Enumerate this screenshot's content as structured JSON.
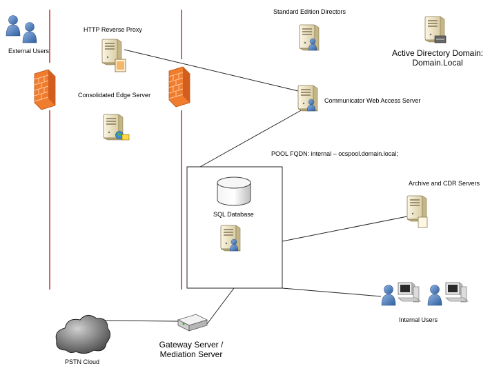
{
  "labels": {
    "external_users": "External Users",
    "http_reverse_proxy": "HTTP Reverse Proxy",
    "consolidated_edge_server": "Consolidated Edge Server",
    "standard_edition_directors": "Standard Edition Directors",
    "active_directory_line1": "Active Directory Domain:",
    "active_directory_line2": "Domain.Local",
    "communicator_web_access_server": "Communicator Web Access Server",
    "pool_fqdn": "POOL FQDN: internal – ocspool.domain.local;",
    "sql_database": "SQL Database",
    "archive_cdr_servers": "Archive and CDR Servers",
    "internal_users": "Internal Users",
    "gateway_line1": "Gateway Server /",
    "gateway_line2": "Mediation Server",
    "pstn_cloud": "PSTN Cloud"
  },
  "colors": {
    "perimeter_line": "#cc2a2a",
    "firewall": "#f07c2e",
    "user_blue": "#4a79b8",
    "server_beige": "#efe6c9",
    "cloud_gray": "#555555"
  }
}
